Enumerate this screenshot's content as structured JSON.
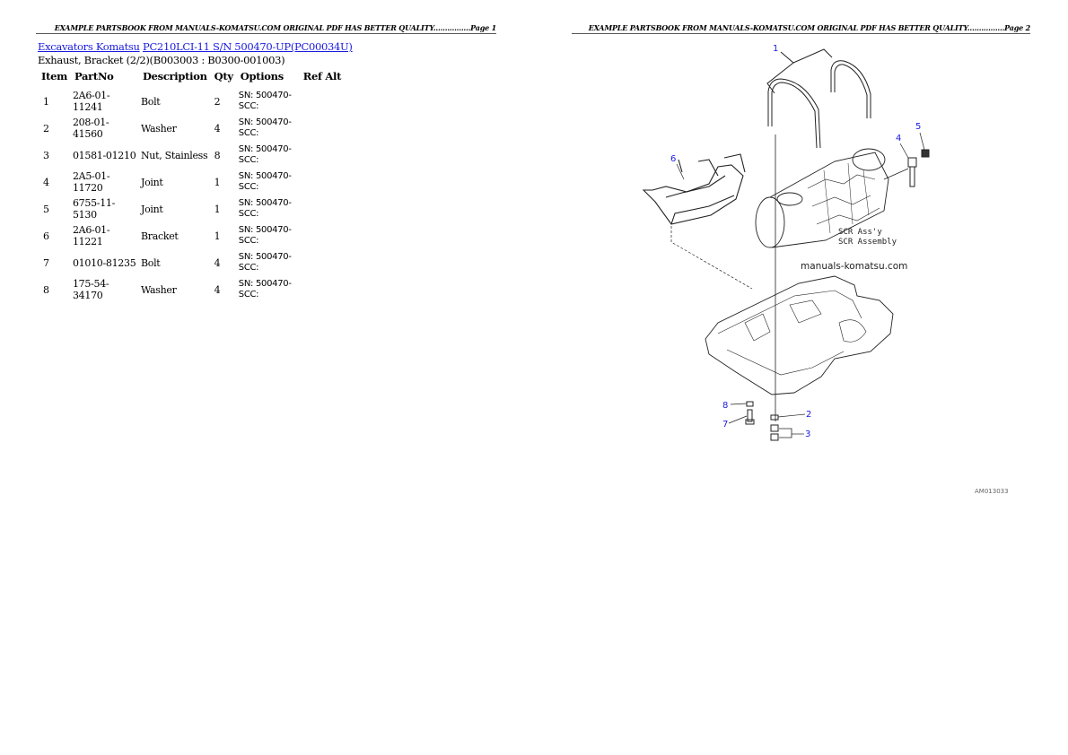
{
  "pages": [
    {
      "header": "EXAMPLE PARTSBOOK FROM MANUALS-KOMATSU.COM ORIGINAL PDF HAS BETTER QUALITY................Page 1"
    },
    {
      "header": "EXAMPLE PARTSBOOK FROM MANUALS-KOMATSU.COM ORIGINAL PDF HAS BETTER QUALITY................Page 2"
    }
  ],
  "breadcrumb": {
    "category_link": "Excavators Komatsu",
    "model_link": "PC210LCI-11 S/N 500470-UP(PC00034U)"
  },
  "subtitle": "Exhaust, Bracket (2/2)(B003003 : B0300-001003)",
  "table": {
    "headers": {
      "item": "Item",
      "partno": "PartNo",
      "description": "Description",
      "qty": "Qty",
      "options": "Options",
      "refalt": "Ref Alt"
    },
    "rows": [
      {
        "item": "1",
        "partno": "2A6-01-11241",
        "description": "Bolt",
        "qty": "2",
        "options_l1": "SN: 500470-",
        "options_l2": "SCC:",
        "refalt": ""
      },
      {
        "item": "2",
        "partno": "208-01-41560",
        "description": "Washer",
        "qty": "4",
        "options_l1": "SN: 500470-",
        "options_l2": "SCC:",
        "refalt": ""
      },
      {
        "item": "3",
        "partno": "01581-01210",
        "description": "Nut, Stainless",
        "qty": "8",
        "options_l1": "SN: 500470-",
        "options_l2": "SCC:",
        "refalt": ""
      },
      {
        "item": "4",
        "partno": "2A5-01-11720",
        "description": "Joint",
        "qty": "1",
        "options_l1": "SN: 500470-",
        "options_l2": "SCC:",
        "refalt": ""
      },
      {
        "item": "5",
        "partno": "6755-11-5130",
        "description": "Joint",
        "qty": "1",
        "options_l1": "SN: 500470-",
        "options_l2": "SCC:",
        "refalt": ""
      },
      {
        "item": "6",
        "partno": "2A6-01-11221",
        "description": "Bracket",
        "qty": "1",
        "options_l1": "SN: 500470-",
        "options_l2": "SCC:",
        "refalt": ""
      },
      {
        "item": "7",
        "partno": "01010-81235",
        "description": "Bolt",
        "qty": "4",
        "options_l1": "SN: 500470-",
        "options_l2": "SCC:",
        "refalt": ""
      },
      {
        "item": "8",
        "partno": "175-54-34170",
        "description": "Washer",
        "qty": "4",
        "options_l1": "SN: 500470-",
        "options_l2": "SCC:",
        "refalt": ""
      }
    ]
  },
  "drawing": {
    "callouts": [
      "1",
      "2",
      "3",
      "4",
      "5",
      "6",
      "7",
      "8"
    ],
    "scr_label_l1": "SCR Ass'y",
    "scr_label_l2": "SCR Assembly",
    "watermark": "manuals-komatsu.com",
    "figure_id": "AM013033"
  },
  "colors": {
    "link": "#1a1adf",
    "callout": "#1a1adf"
  }
}
